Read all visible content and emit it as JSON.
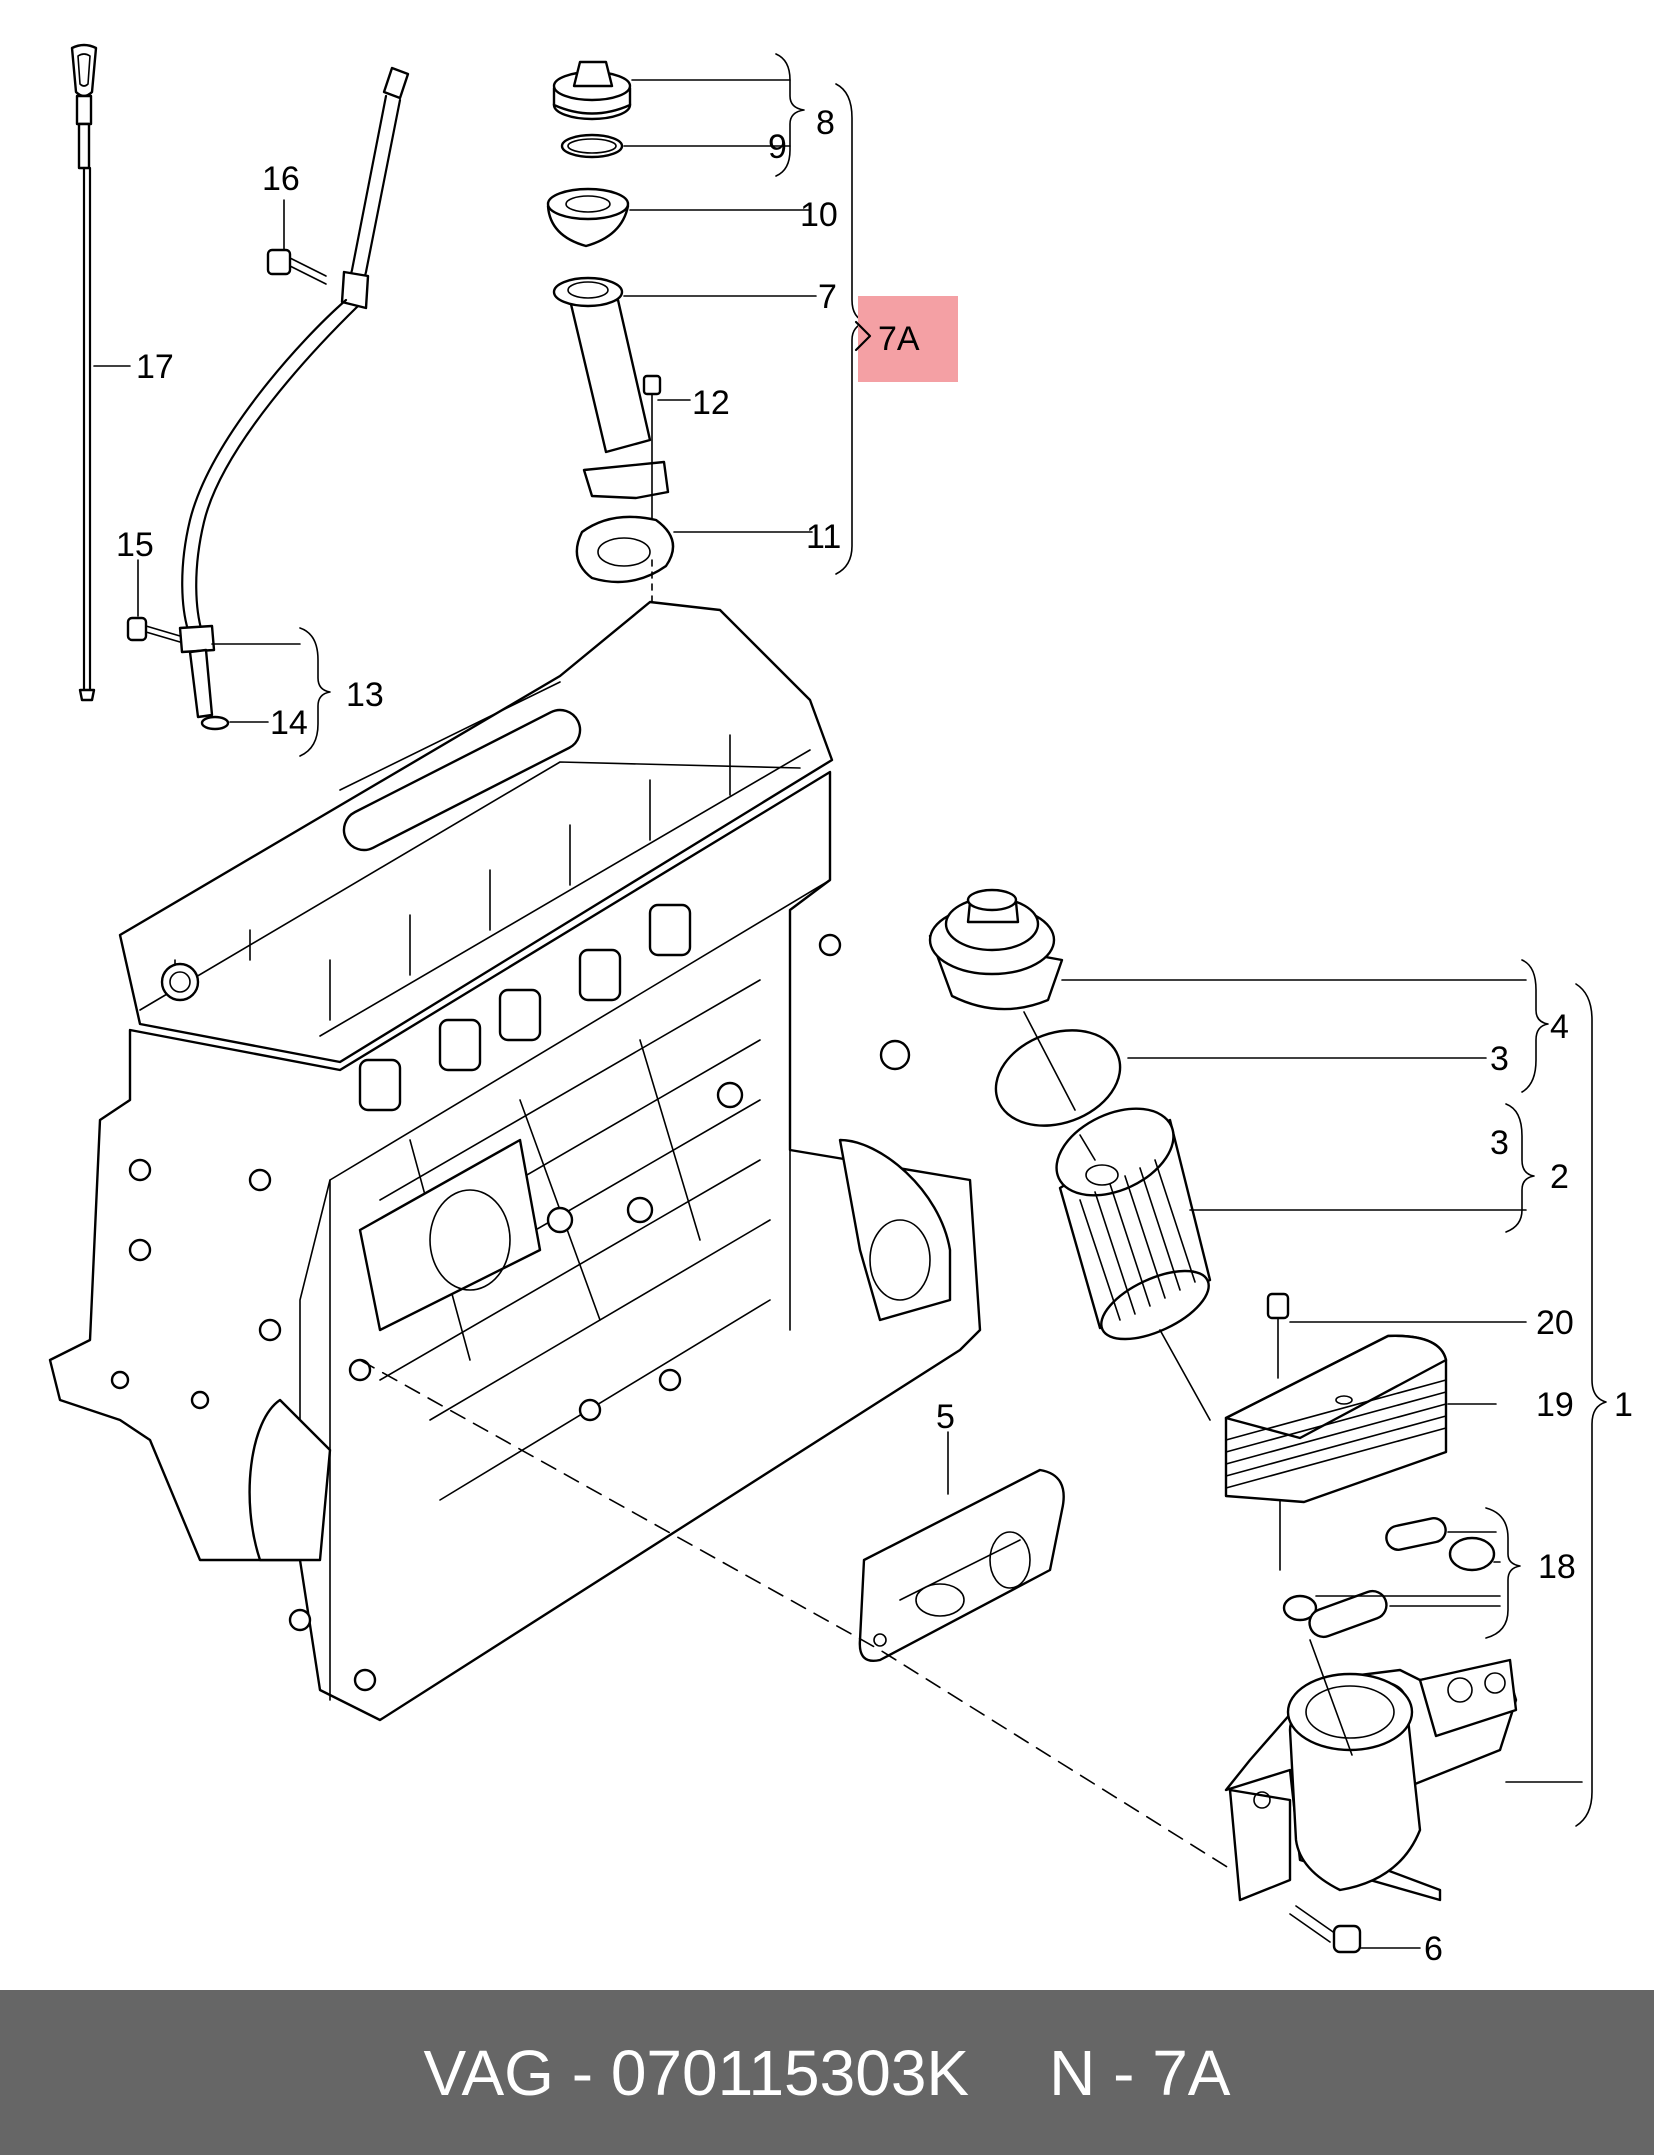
{
  "colors": {
    "highlight": "#f4a0a4",
    "footer_bar": "#666666",
    "footer_text": "#ffffff",
    "line": "#000000"
  },
  "callouts": {
    "c1": "1",
    "c2": "2",
    "c3a": "3",
    "c3b": "3",
    "c4": "4",
    "c5": "5",
    "c6": "6",
    "c7": "7",
    "c7a": "7A",
    "c8": "8",
    "c9": "9",
    "c10": "10",
    "c11": "11",
    "c12": "12",
    "c13": "13",
    "c14": "14",
    "c15": "15",
    "c16": "16",
    "c17": "17",
    "c18": "18",
    "c19": "19",
    "c20": "20"
  },
  "footer": {
    "part_number": "VAG - 070115303K",
    "group": "N - 7A"
  }
}
